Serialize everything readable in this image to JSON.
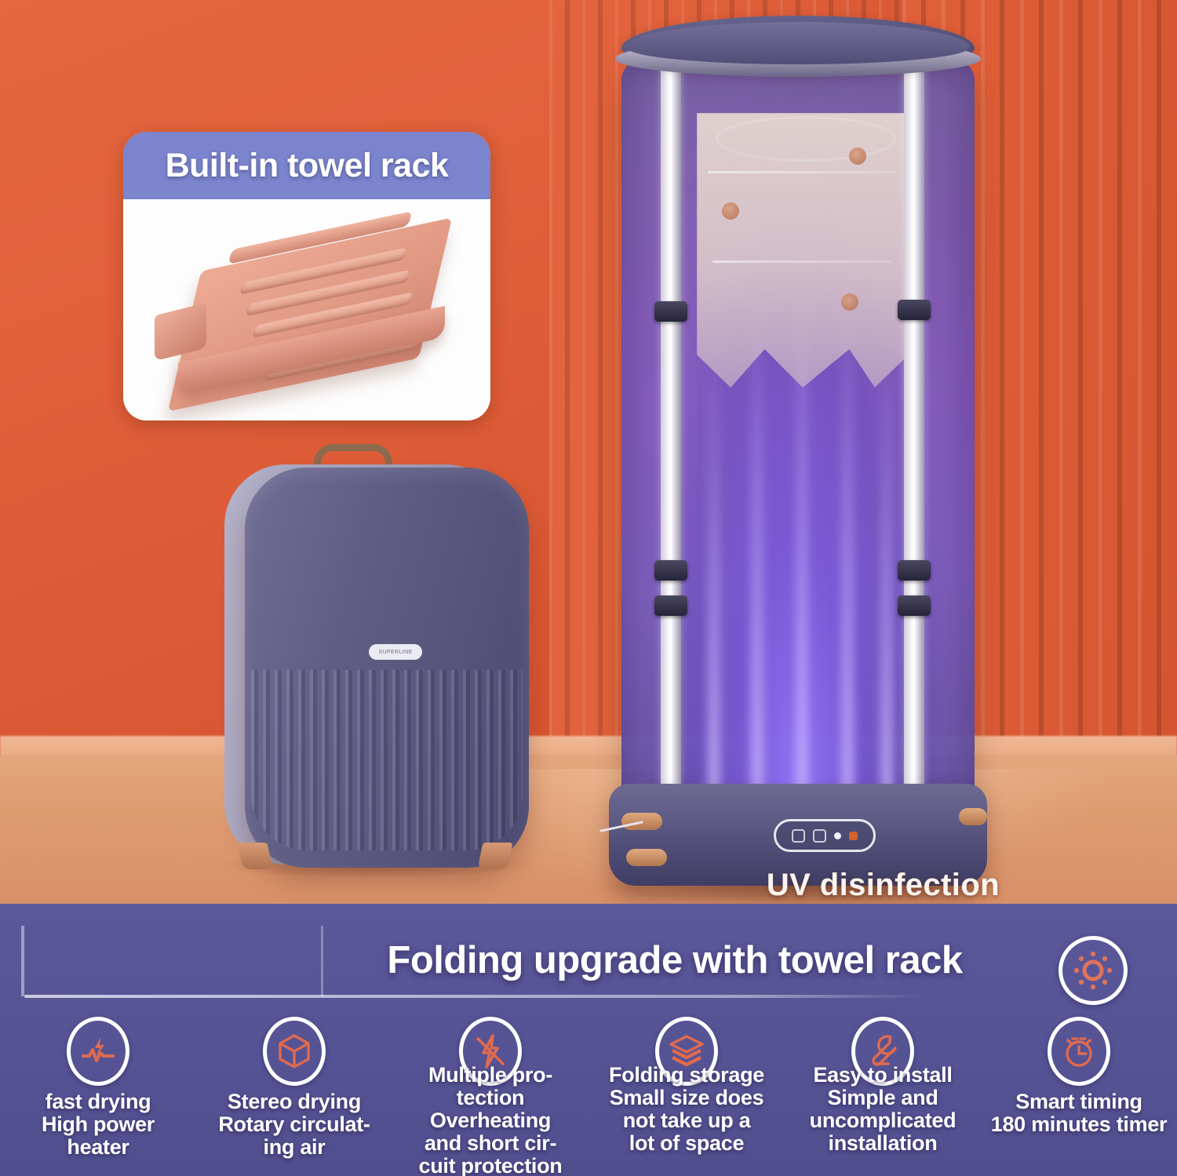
{
  "inset_card": {
    "title": "Built-in towel rack",
    "header_color": "#7b84cc",
    "illustration_name": "towel-rack-illustration"
  },
  "scene": {
    "wall_color": "#dd5c36",
    "floor_color": "#dd9b70",
    "folded_case_name": "folded-dryer-case",
    "case_badge_text": "SUPERLINE",
    "dryer_unit_name": "tall-clothes-dryer",
    "uv_label": "UV disinfection"
  },
  "banner": {
    "title": "Folding upgrade with towel rack",
    "background_color": "#565394",
    "accent_color": "#e0724f",
    "sun_icon": "uv-sun-icon",
    "features": [
      {
        "icon": "pulse-bolt-icon",
        "lines": [
          "fast drying",
          "High power",
          "heater"
        ]
      },
      {
        "icon": "cube-icon",
        "lines": [
          "Stereo drying",
          "Rotary circulat-",
          "ing air"
        ]
      },
      {
        "icon": "bolt-slash-icon",
        "lines": [
          "Multiple pro-",
          "tection",
          "Overheating",
          "and short cir-",
          "cuit protection"
        ]
      },
      {
        "icon": "layers-icon",
        "lines": [
          "Folding storage",
          "Small size does",
          "not take up a",
          "lot of space"
        ]
      },
      {
        "icon": "wrench-icon",
        "lines": [
          "Easy to install",
          "Simple and",
          "uncomplicated",
          "installation"
        ]
      },
      {
        "icon": "alarm-clock-icon",
        "lines": [
          "Smart timing",
          "180 minutes timer"
        ]
      }
    ]
  }
}
